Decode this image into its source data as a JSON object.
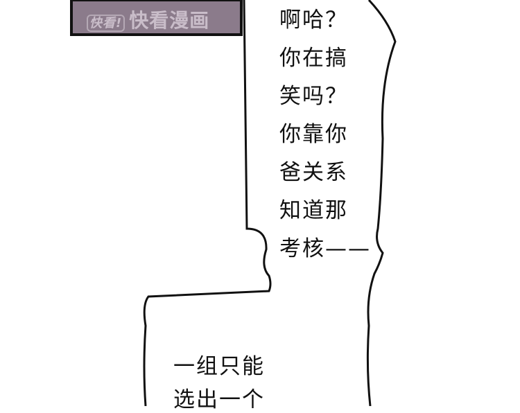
{
  "watermark": {
    "badge": "快看!",
    "brand": "快看漫画"
  },
  "bubble_top": {
    "lines": [
      "啊哈？",
      "你在搞",
      "笑吗？",
      "你靠你",
      "爸关系",
      "知道那",
      "考核——"
    ]
  },
  "bubble_bottom": {
    "lines": [
      "一组只能",
      "选出一个"
    ]
  },
  "colors": {
    "panel": "#8b7b8b",
    "ink": "#111111"
  }
}
